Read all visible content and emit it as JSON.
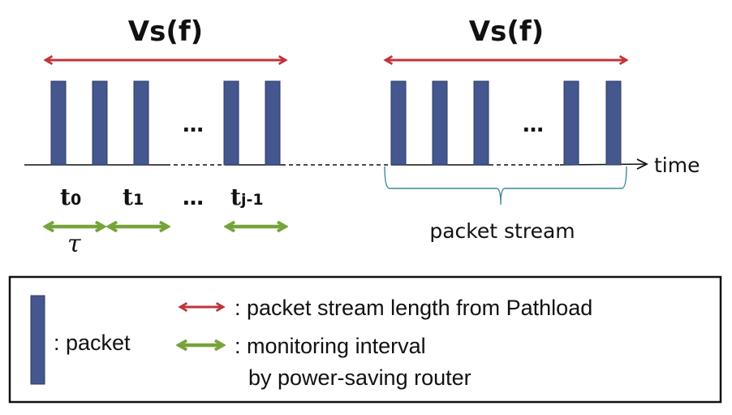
{
  "diagram": {
    "colors": {
      "packet_fill": "#44578e",
      "packet_stroke": "#2c3a66",
      "stream_arrow": "#c0343a",
      "interval_arrow": "#77a33a",
      "brace": "#3b8a9a",
      "axis": "#111111"
    },
    "streams": [
      {
        "label": "Vs(f)",
        "packets_before_gap": 3,
        "packets_after_gap": 2,
        "gap_marker": "…"
      },
      {
        "label": "Vs(f)",
        "packets_before_gap": 3,
        "packets_after_gap": 2,
        "gap_marker": "…"
      }
    ],
    "time_axis_label": "time",
    "interval_labels": [
      {
        "main": "t",
        "sub": "0"
      },
      {
        "main": "t",
        "sub": "1"
      },
      {
        "main": "…",
        "sub": ""
      },
      {
        "main": "t",
        "sub": "j-1"
      }
    ],
    "tau_label": "τ",
    "brace_label": "packet  stream",
    "legend": {
      "packet": ": packet",
      "stream_length": ": packet  stream length from Pathload",
      "monitoring_line1": ": monitoring interval",
      "monitoring_line2": "by power-saving router"
    }
  }
}
